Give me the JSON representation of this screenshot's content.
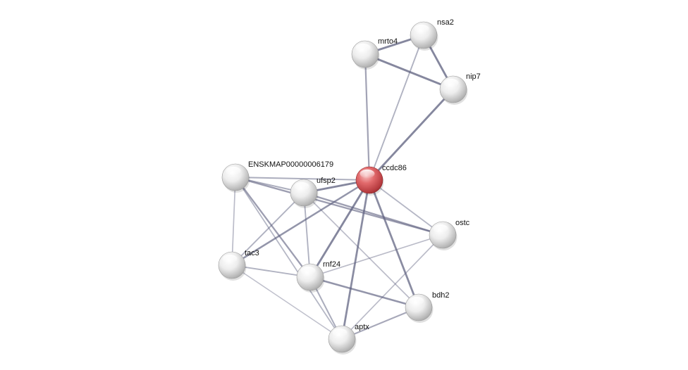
{
  "colors": {
    "query_node": "#d94b4f",
    "neighbor_node": "#e4e4e4",
    "edge": "#5e6180"
  },
  "nodes": [
    {
      "id": "ccdc86",
      "label": "ccdc86",
      "query": true
    },
    {
      "id": "mrto4",
      "label": "mrto4",
      "query": false
    },
    {
      "id": "nsa2",
      "label": "nsa2",
      "query": false
    },
    {
      "id": "nip7",
      "label": "nip7",
      "query": false
    },
    {
      "id": "enskmap6179",
      "label": "ENSKMAP00000006179",
      "query": false
    },
    {
      "id": "ufsp2",
      "label": "ufsp2",
      "query": false
    },
    {
      "id": "ostc",
      "label": "ostc",
      "query": false
    },
    {
      "id": "tac3",
      "label": "tac3",
      "query": false
    },
    {
      "id": "rnf24",
      "label": "rnf24",
      "query": false
    },
    {
      "id": "bdh2",
      "label": "bdh2",
      "query": false
    },
    {
      "id": "aptx",
      "label": "aptx",
      "query": false
    }
  ],
  "edges": [
    {
      "source": "mrto4",
      "target": "nsa2",
      "strength": 0.85
    },
    {
      "source": "mrto4",
      "target": "nip7",
      "strength": 0.85
    },
    {
      "source": "nsa2",
      "target": "nip7",
      "strength": 0.85
    },
    {
      "source": "mrto4",
      "target": "ccdc86",
      "strength": 0.55
    },
    {
      "source": "nsa2",
      "target": "ccdc86",
      "strength": 0.4
    },
    {
      "source": "nip7",
      "target": "ccdc86",
      "strength": 0.85
    },
    {
      "source": "enskmap6179",
      "target": "ccdc86",
      "strength": 0.45
    },
    {
      "source": "ufsp2",
      "target": "ccdc86",
      "strength": 0.85
    },
    {
      "source": "tac3",
      "target": "ccdc86",
      "strength": 0.7
    },
    {
      "source": "rnf24",
      "target": "ccdc86",
      "strength": 0.85
    },
    {
      "source": "aptx",
      "target": "ccdc86",
      "strength": 0.8
    },
    {
      "source": "bdh2",
      "target": "ccdc86",
      "strength": 0.8
    },
    {
      "source": "ostc",
      "target": "ccdc86",
      "strength": 0.35
    },
    {
      "source": "enskmap6179",
      "target": "ufsp2",
      "strength": 0.45
    },
    {
      "source": "enskmap6179",
      "target": "ostc",
      "strength": 0.6
    },
    {
      "source": "enskmap6179",
      "target": "tac3",
      "strength": 0.3
    },
    {
      "source": "enskmap6179",
      "target": "rnf24",
      "strength": 0.6
    },
    {
      "source": "enskmap6179",
      "target": "aptx",
      "strength": 0.35
    },
    {
      "source": "ufsp2",
      "target": "ostc",
      "strength": 0.6
    },
    {
      "source": "ufsp2",
      "target": "tac3",
      "strength": 0.4
    },
    {
      "source": "ufsp2",
      "target": "rnf24",
      "strength": 0.4
    },
    {
      "source": "ufsp2",
      "target": "bdh2",
      "strength": 0.3
    },
    {
      "source": "tac3",
      "target": "rnf24",
      "strength": 0.4
    },
    {
      "source": "tac3",
      "target": "aptx",
      "strength": 0.25
    },
    {
      "source": "rnf24",
      "target": "bdh2",
      "strength": 0.7
    },
    {
      "source": "rnf24",
      "target": "aptx",
      "strength": 0.45
    },
    {
      "source": "rnf24",
      "target": "ostc",
      "strength": 0.3
    },
    {
      "source": "aptx",
      "target": "bdh2",
      "strength": 0.5
    },
    {
      "source": "aptx",
      "target": "ostc",
      "strength": 0.3
    }
  ]
}
